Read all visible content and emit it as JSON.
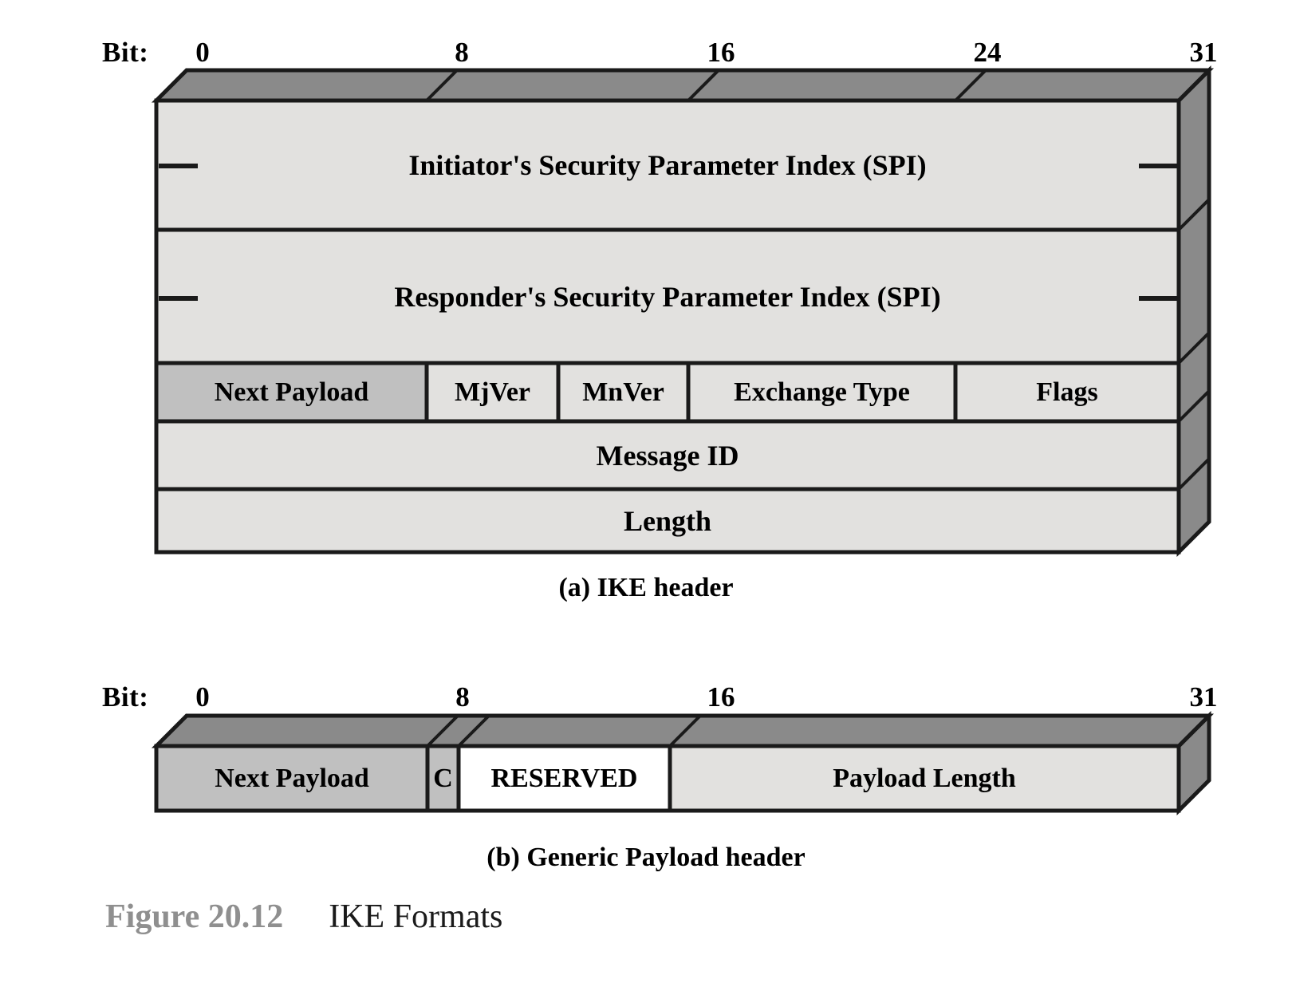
{
  "figure": {
    "number": "Figure 20.12",
    "title": "IKE Formats"
  },
  "colors": {
    "top_face": "#8a8a8a",
    "side_face": "#8a8a8a",
    "front_face": "#e2e1df",
    "highlight_cell": "#c0c0c0",
    "white_cell": "#ffffff",
    "outline": "#1a1a1a",
    "caption_gray": "#8f8f8f"
  },
  "panel_a": {
    "caption": "(a) IKE header",
    "bit_label": "Bit:",
    "ticks": [
      "0",
      "8",
      "16",
      "24",
      "31"
    ],
    "rows": [
      {
        "name": "initiator-spi-row",
        "cells": [
          {
            "label": "Initiator's Security Parameter Index (SPI)",
            "fill": "front_face"
          }
        ]
      },
      {
        "name": "responder-spi-row",
        "cells": [
          {
            "label": "Responder's Security Parameter Index (SPI)",
            "fill": "front_face"
          }
        ]
      },
      {
        "name": "version-exchange-row",
        "cells": [
          {
            "label": "Next Payload",
            "fill": "highlight_cell"
          },
          {
            "label": "MjVer",
            "fill": "front_face"
          },
          {
            "label": "MnVer",
            "fill": "front_face"
          },
          {
            "label": "Exchange Type",
            "fill": "front_face"
          },
          {
            "label": "Flags",
            "fill": "front_face"
          }
        ]
      },
      {
        "name": "message-id-row",
        "cells": [
          {
            "label": "Message ID",
            "fill": "front_face"
          }
        ]
      },
      {
        "name": "length-row",
        "cells": [
          {
            "label": "Length",
            "fill": "front_face"
          }
        ]
      }
    ]
  },
  "panel_b": {
    "caption": "(b) Generic Payload header",
    "bit_label": "Bit:",
    "ticks": [
      "0",
      "8",
      "16",
      "31"
    ],
    "rows": [
      {
        "name": "generic-payload-row",
        "cells": [
          {
            "label": "Next Payload",
            "fill": "highlight_cell"
          },
          {
            "label": "C",
            "fill": "highlight_cell"
          },
          {
            "label": "RESERVED",
            "fill": "white_cell"
          },
          {
            "label": "Payload Length",
            "fill": "front_face"
          }
        ]
      }
    ]
  }
}
